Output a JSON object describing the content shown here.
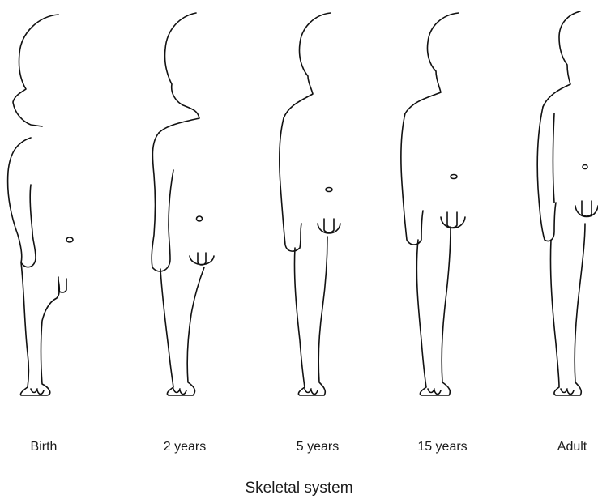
{
  "stages": [
    {
      "label": "Birth"
    },
    {
      "label": "2 years"
    },
    {
      "label": "5 years"
    },
    {
      "label": "15 years"
    },
    {
      "label": "Adult"
    }
  ],
  "caption": "Skeletal system"
}
